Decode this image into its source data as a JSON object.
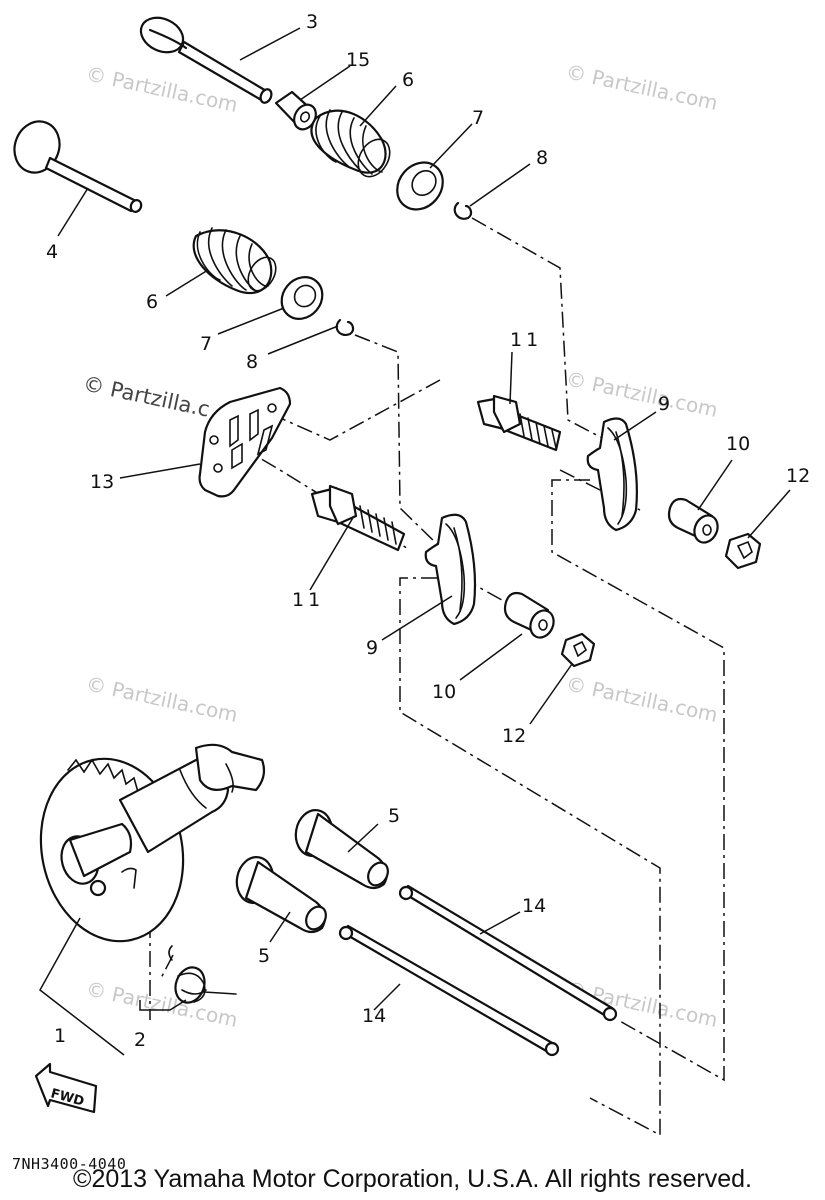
{
  "callouts": {
    "c1": "1",
    "c2": "2",
    "c3": "3",
    "c4": "4",
    "c5a": "5",
    "c5b": "5",
    "c6a": "6",
    "c6b": "6",
    "c7a": "7",
    "c7b": "7",
    "c8a": "8",
    "c8b": "8",
    "c9a": "9",
    "c9b": "9",
    "c10a": "10",
    "c10b": "10",
    "c11a": "11",
    "c11b": "11",
    "c12a": "12",
    "c12b": "12",
    "c13": "13",
    "c14a": "14",
    "c14b": "14",
    "c15": "15"
  },
  "fwd_label": "FWD",
  "watermark": {
    "text": "© Partzilla.com",
    "dark_text": "© Partzilla.c"
  },
  "doc_code": "7NH3400-4040",
  "copyright": "©2013  Yamaha Motor Corporation, U.S.A. All rights reserved."
}
